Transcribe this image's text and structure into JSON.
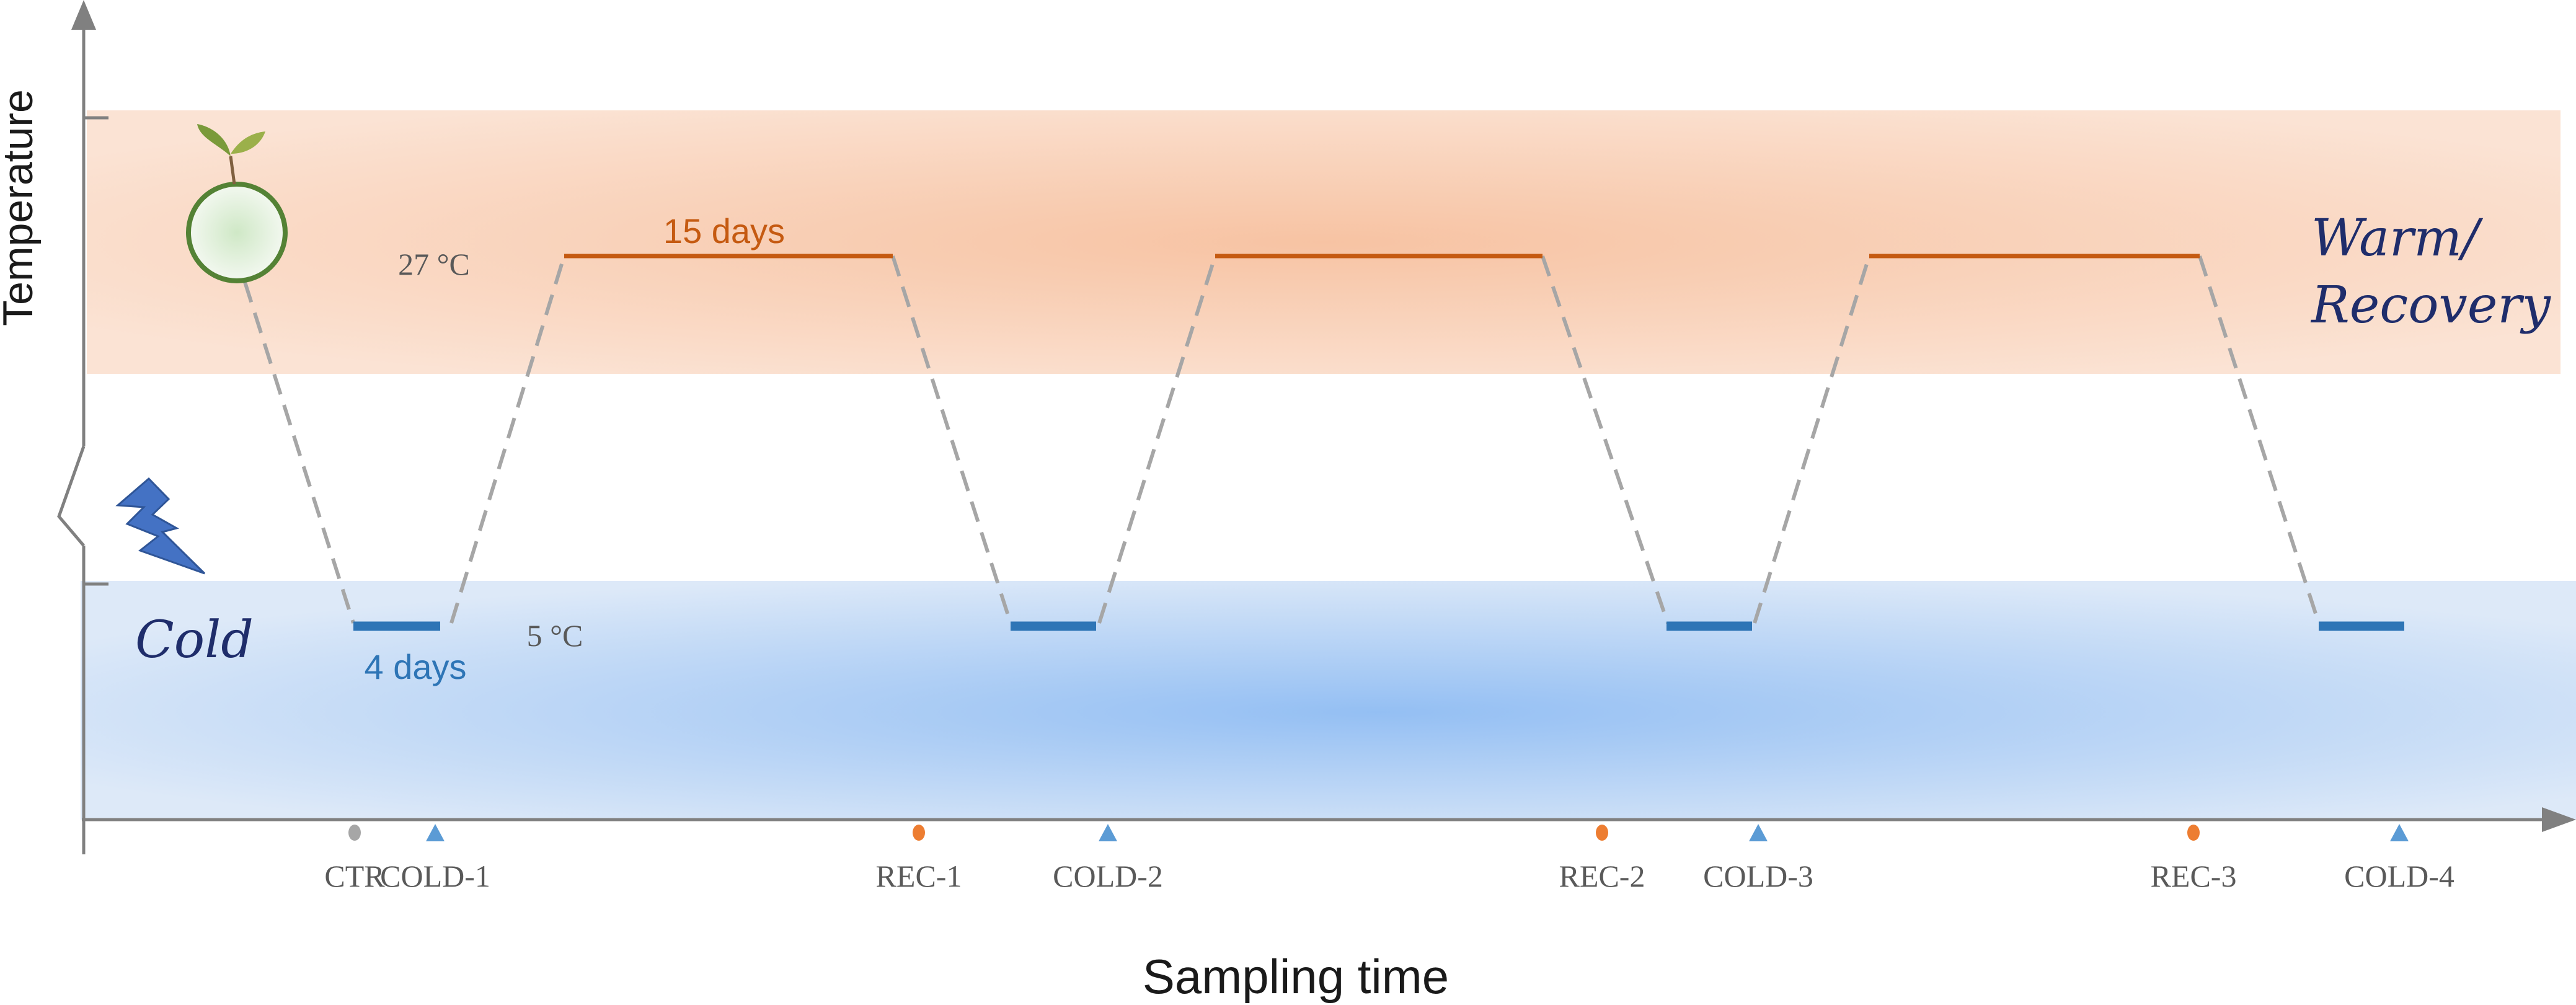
{
  "axes": {
    "y_label": "Temperature",
    "x_label": "Sampling time"
  },
  "bands": {
    "warm_label_line1": "Warm/",
    "warm_label_line2": "Recovery",
    "cold_label": "Cold"
  },
  "temps": {
    "warm": "27 °C",
    "cold": "5 °C"
  },
  "durations": {
    "warm": "15 days",
    "cold": "4 days"
  },
  "samples": [
    {
      "label": "CTR",
      "marker": "circle",
      "color": "#a6a6a6"
    },
    {
      "label": "COLD-1",
      "marker": "triangle",
      "color": "#5b9bd5"
    },
    {
      "label": "REC-1",
      "marker": "circle",
      "color": "#ed7d31"
    },
    {
      "label": "COLD-2",
      "marker": "triangle",
      "color": "#5b9bd5"
    },
    {
      "label": "REC-2",
      "marker": "circle",
      "color": "#ed7d31"
    },
    {
      "label": "COLD-3",
      "marker": "triangle",
      "color": "#5b9bd5"
    },
    {
      "label": "REC-3",
      "marker": "circle",
      "color": "#ed7d31"
    },
    {
      "label": "COLD-4",
      "marker": "triangle",
      "color": "#5b9bd5"
    }
  ],
  "colors": {
    "warm_band": "#f8c9ab",
    "cold_band": "#9cc3f2",
    "warm_line": "#c55a11",
    "cold_line": "#2e75b6",
    "dashed": "#a6a6a6",
    "axis": "#808080",
    "band_text": "#1f2d6b"
  },
  "icons": [
    "seedling-icon",
    "lightning-icon"
  ]
}
